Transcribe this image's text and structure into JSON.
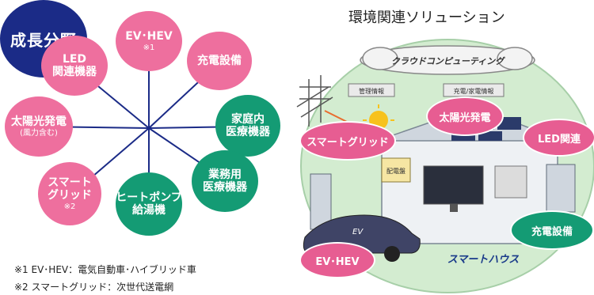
{
  "hub": {
    "center": "成長分野",
    "nodes": {
      "ev_hev": {
        "label": "EV･HEV",
        "note": "※1"
      },
      "led": {
        "label": "LED\n関連機器"
      },
      "charging": {
        "label": "充電設備"
      },
      "home_medical": {
        "label": "家庭内\n医療機器"
      },
      "pro_medical": {
        "label": "業務用\n医療機器"
      },
      "heat_pump": {
        "label": "ヒートポンプ\n給湯機"
      },
      "smart_grid": {
        "label": "スマート\nグリッド",
        "note": "※2"
      },
      "solar": {
        "label": "太陽光発電",
        "note": "(風力含む)"
      }
    }
  },
  "footnotes": [
    "※1 EV･HEV：電気自動車･ハイブリッド車",
    "※2 スマートグリッド：次世代送電網"
  ],
  "right": {
    "title": "環境関連ソリューション",
    "cloud_label": "クラウドコンピューティング",
    "panel_labels": [
      "管理情報",
      "充電/家電情報"
    ],
    "device_label": "配電盤",
    "car_label": "EV",
    "house_label": "スマートハウス",
    "badges": {
      "solar": "太陽光発電",
      "smart_grid": "スマートグリッド",
      "led": "LED関連",
      "charging": "充電設備",
      "ev_hev": "EV･HEV"
    }
  },
  "colors": {
    "pink": "#ee6f9e",
    "green": "#149b74",
    "navy": "#1b2b87",
    "connector": "#1b2b87"
  }
}
